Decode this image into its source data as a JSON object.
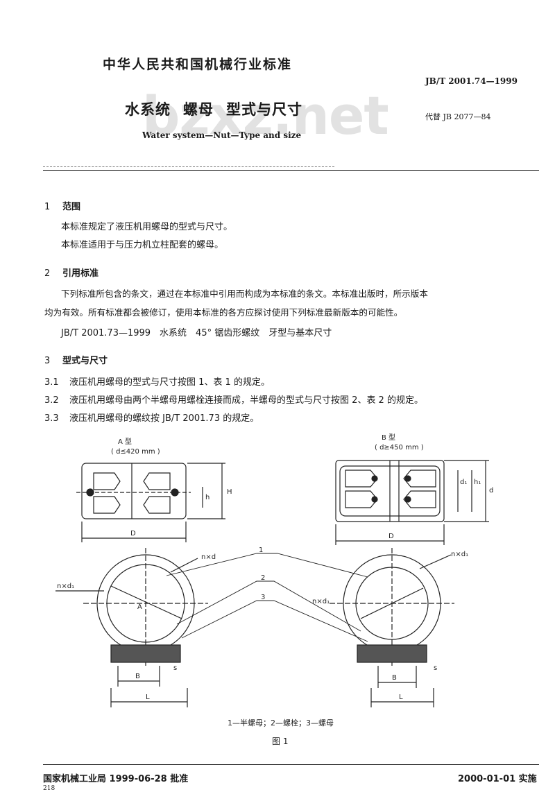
{
  "header": {
    "org_title": "中华人民共和国机械行业标准",
    "standard_number": "JB/T 2001.74—1999",
    "title_part1": "水系统",
    "title_part2": "螺母",
    "title_part3": "型式与尺寸",
    "replaces": "代替 JB 2077—84",
    "english_title": "Water system—Nut—Type and size",
    "watermark": "bzxz.net"
  },
  "sections": {
    "s1": {
      "num": "1",
      "title": "范围",
      "p1": "本标准规定了液压机用螺母的型式与尺寸。",
      "p2": "本标准适用于与压力机立柱配套的螺母。"
    },
    "s2": {
      "num": "2",
      "title": "引用标准",
      "p1": "下列标准所包含的条文，通过在本标准中引用而构成为本标准的条文。本标准出版时，所示版本",
      "p2": "均为有效。所有标准都会被修订，使用本标准的各方应探讨使用下列标准最新版本的可能性。",
      "p3": "JB/T 2001.73—1999　水系统　45° 锯齿形螺纹　牙型与基本尺寸"
    },
    "s3": {
      "num": "3",
      "title": "型式与尺寸",
      "items": [
        {
          "num": "3.1",
          "text": "液压机用螺母的型式与尺寸按图 1、表 1 的规定。"
        },
        {
          "num": "3.2",
          "text": "液压机用螺母由两个半螺母用螺栓连接而成，半螺母的型式与尺寸按图 2、表 2 的规定。"
        },
        {
          "num": "3.3",
          "text": "液压机用螺母的螺纹按 JB/T 2001.73 的规定。"
        }
      ]
    }
  },
  "figure": {
    "type_a_label": "A 型",
    "type_a_cond": "( d≤420 mm )",
    "type_b_label": "B 型",
    "type_b_cond": "( d≥450 mm )",
    "dims": {
      "H": "H",
      "h": "h",
      "D": "D",
      "d": "d",
      "d1": "d₁",
      "h1": "h₁",
      "B": "B",
      "L": "L",
      "s": "s",
      "n_d1": "n×d₁",
      "n_d": "n×d",
      "A": "A"
    },
    "callouts": [
      "1",
      "2",
      "3"
    ],
    "legend": "1—半螺母；2—螺栓；3—螺母",
    "caption": "图 1"
  },
  "footer": {
    "approval": "国家机械工业局 1999-06-28 批准",
    "implement": "2000-01-01 实施",
    "page": "218"
  }
}
